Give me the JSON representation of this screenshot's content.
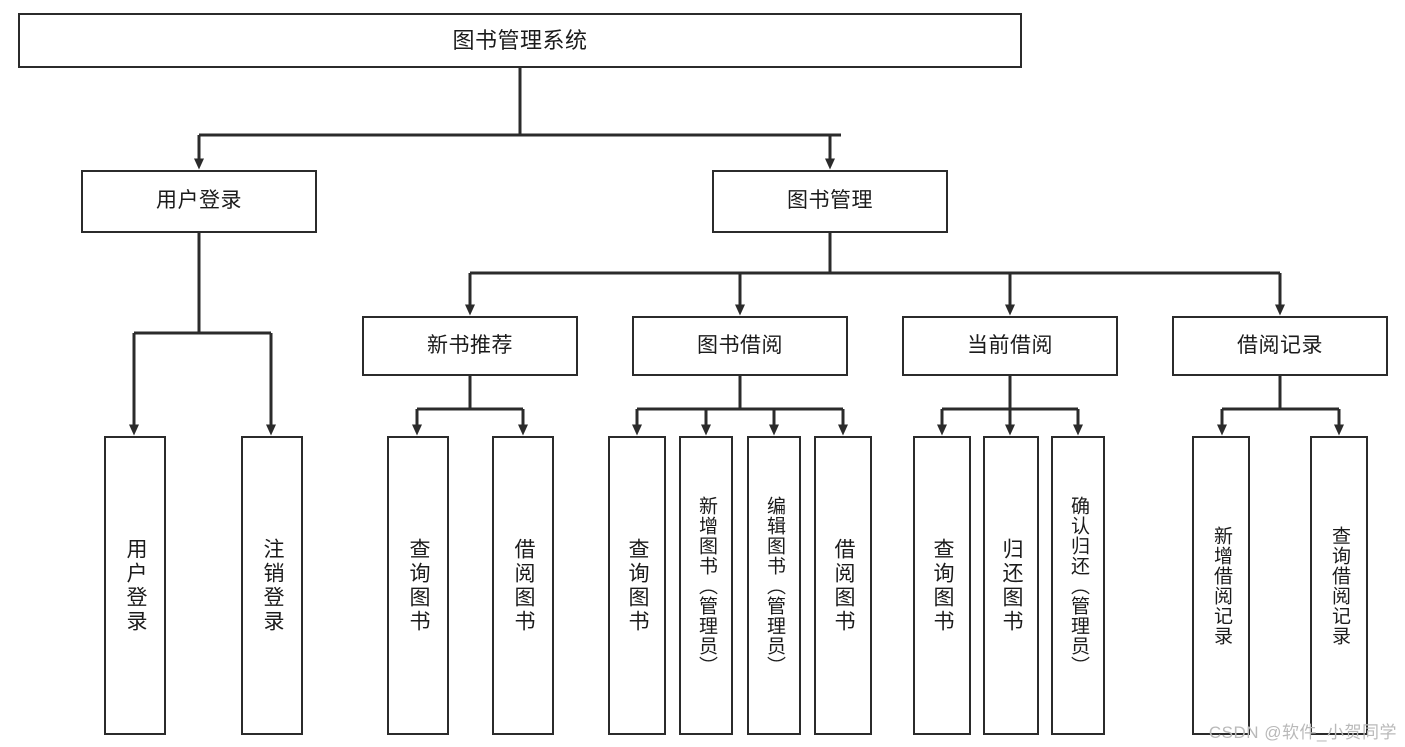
{
  "diagram": {
    "title": "图书管理系统",
    "type": "functional-structure-tree",
    "colors": {
      "box_border": "#2b2b2b",
      "box_fill": "#ffffff",
      "line": "#2b2b2b",
      "text": "#1b1b1b",
      "watermark": "#b9b9b9"
    },
    "levels": {
      "root": {
        "label": "图书管理系统"
      },
      "level2": [
        {
          "label": "用户登录"
        },
        {
          "label": "图书管理"
        }
      ],
      "level3": [
        {
          "label": "新书推荐"
        },
        {
          "label": "图书借阅"
        },
        {
          "label": "当前借阅"
        },
        {
          "label": "借阅记录"
        }
      ],
      "level4": [
        {
          "label": "用户登录",
          "parent": "用户登录"
        },
        {
          "label": "注销登录",
          "parent": "用户登录"
        },
        {
          "label": "查询图书",
          "parent": "新书推荐"
        },
        {
          "label": "借阅图书",
          "parent": "新书推荐"
        },
        {
          "label": "查询图书",
          "parent": "图书借阅"
        },
        {
          "label": "新增图书（管理员）",
          "parent": "图书借阅"
        },
        {
          "label": "编辑图书（管理员）",
          "parent": "图书借阅"
        },
        {
          "label": "借阅图书",
          "parent": "图书借阅"
        },
        {
          "label": "查询图书",
          "parent": "当前借阅"
        },
        {
          "label": "归还图书",
          "parent": "当前借阅"
        },
        {
          "label": "确认归还（管理员）",
          "parent": "当前借阅"
        },
        {
          "label": "新增借阅记录",
          "parent": "借阅记录"
        },
        {
          "label": "查询借阅记录",
          "parent": "借阅记录"
        }
      ]
    }
  },
  "watermark": {
    "text": "CSDN @软件_小贺同学"
  }
}
